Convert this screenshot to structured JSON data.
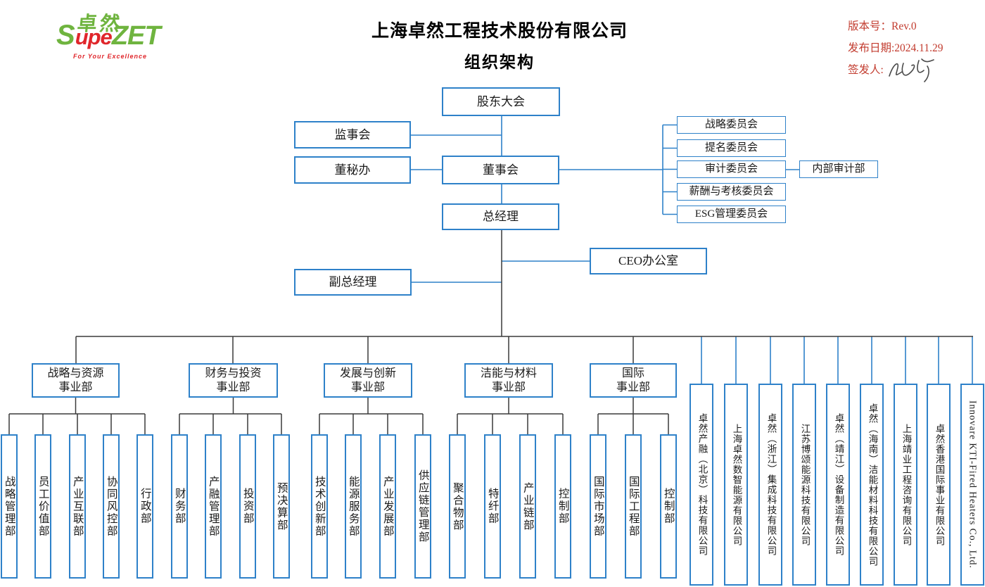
{
  "header": {
    "logo_cn": "卓然",
    "logo_s": "S",
    "logo_upe": "upe",
    "logo_zet": "ZET",
    "logo_tagline": "For Your Excellence",
    "title_line1": "上海卓然工程技术股份有限公司",
    "title_line2": "组织架构",
    "version_line": "版本号：Rev.0",
    "date_line": "发布日期:2024.11.29",
    "signer_label": "签发人:"
  },
  "governance": {
    "shareholders": "股东大会",
    "supervisory_board": "监事会",
    "board_secretary_office": "董秘办",
    "board_of_directors": "董事会",
    "general_manager": "总经理",
    "deputy_general_manager": "副总经理",
    "ceo_office": "CEO办公室",
    "internal_audit": "内部审计部",
    "committees": [
      "战略委员会",
      "提名委员会",
      "审计委员会",
      "薪酬与考核委员会",
      "ESG管理委员会"
    ]
  },
  "divisions": [
    {
      "name_line1": "战略与资源",
      "name_line2": "事业部",
      "departments": [
        "战略管理部",
        "员工价值部",
        "产业互联部",
        "协同风控部",
        "行政部"
      ]
    },
    {
      "name_line1": "财务与投资",
      "name_line2": "事业部",
      "departments": [
        "财务部",
        "产融管理部",
        "投资部",
        "预决算部"
      ]
    },
    {
      "name_line1": "发展与创新",
      "name_line2": "事业部",
      "departments": [
        "技术创新部",
        "能源服务部",
        "产业发展部",
        "供应链管理部"
      ]
    },
    {
      "name_line1": "洁能与材料",
      "name_line2": "事业部",
      "departments": [
        "聚合物部",
        "特纤部",
        "产业链部",
        "控制部"
      ]
    },
    {
      "name_line1": "国际",
      "name_line2": "事业部",
      "departments": [
        "国际市场部",
        "国际工程部",
        "控制部"
      ]
    }
  ],
  "subsidiaries": [
    "卓然产融（北京）科技有限公司",
    "上海卓然数智能源有限公司",
    "卓然（浙江）集成科技有限公司",
    "江苏博颂能源科技有限公司",
    "卓然（靖江）设备制造有限公司",
    "卓然（海南）洁能材料科技有限公司",
    "上海靖业工程咨询有限公司",
    "卓然香港国际事业有限公司",
    "Innovare KTI-Fired Heaters Co., Ltd."
  ],
  "colors": {
    "box_border_blue": "#2E81C9",
    "connector_dark": "#3a3a3a",
    "meta_red": "#C23B2E",
    "logo_green": "#6FB43F",
    "logo_red": "#E0262B"
  }
}
